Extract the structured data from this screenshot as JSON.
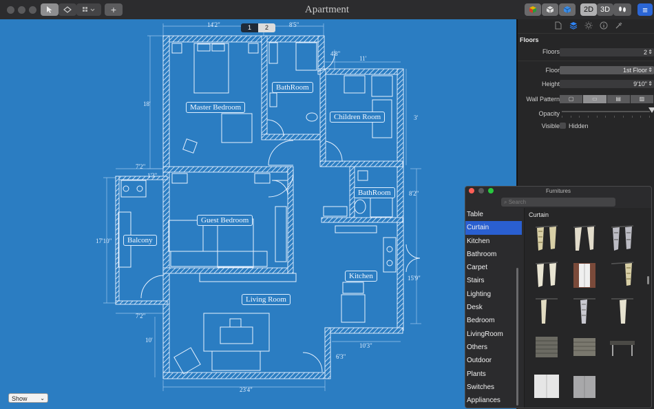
{
  "window": {
    "title": "Apartment"
  },
  "toolbar": {
    "add_label": "+",
    "view_2d": "2D",
    "view_3d": "3D",
    "layout_label": "≡"
  },
  "plan": {
    "pages": [
      "1",
      "2"
    ],
    "rooms": [
      "Master Bedroom",
      "BathRoom",
      "Children Room",
      "Guest Bedroom",
      "BathRoom",
      "Balcony",
      "Kitchen",
      "Living Room"
    ],
    "dimensions": [
      "14'2\"",
      "8'5\"",
      "4'8\"",
      "11'",
      "18'",
      "3'",
      "7'2\"",
      "1'3\"",
      "8'2\"",
      "17'10\"",
      "15'9\"",
      "7'2\"",
      "10'",
      "10'3\"",
      "6'3\"",
      "23'4\""
    ],
    "show_select": "Show"
  },
  "inspector": {
    "section": "Floors",
    "floors_label": "Floors",
    "floors_value": "2",
    "floor_label": "Floor",
    "floor_value": "1st Floor",
    "height_label": "Height",
    "height_value": "9'10\"",
    "wall_pattern_label": "Wall Pattern",
    "opacity_label": "Opacity",
    "opacity_value": 1.0,
    "visible_label": "Visible",
    "hidden_label": "Hidden"
  },
  "furnitures": {
    "title": "Furnitures",
    "search_placeholder": "Search",
    "selected_category": "Curtain",
    "categories": [
      "Table",
      "Curtain",
      "Kitchen",
      "Bathroom",
      "Carpet",
      "Stairs",
      "Lighting",
      "Desk",
      "Bedroom",
      "LivingRoom",
      "Others",
      "Outdoor",
      "Plants",
      "Switches",
      "Appliances"
    ],
    "thumbnails": [
      "curtain-1",
      "curtain-2",
      "curtain-3",
      "curtain-4",
      "curtain-5",
      "curtain-6",
      "curtain-7",
      "curtain-8",
      "curtain-9",
      "blind-1",
      "blind-2",
      "blind-3",
      "panel-1",
      "panel-2"
    ]
  }
}
